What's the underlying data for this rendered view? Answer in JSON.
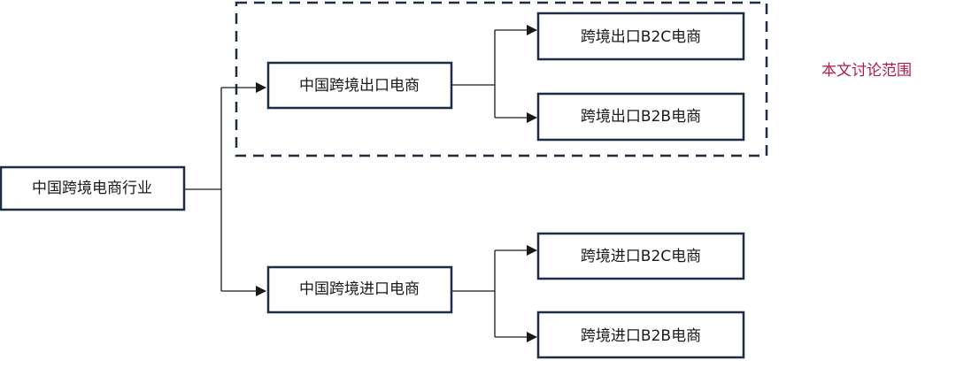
{
  "nodes": {
    "root": "中国跨境电商行业",
    "export": "中国跨境出口电商",
    "import": "中国跨境进口电商",
    "export_b2c": "跨境出口B2C电商",
    "export_b2b": "跨境出口B2B电商",
    "import_b2c": "跨境进口B2C电商",
    "import_b2b": "跨境进口B2B电商"
  },
  "scope_label": "本文讨论范围",
  "colors": {
    "box_stroke": "#1c2d45",
    "line": "#1a1a1a",
    "scope_label": "#b0184a"
  }
}
